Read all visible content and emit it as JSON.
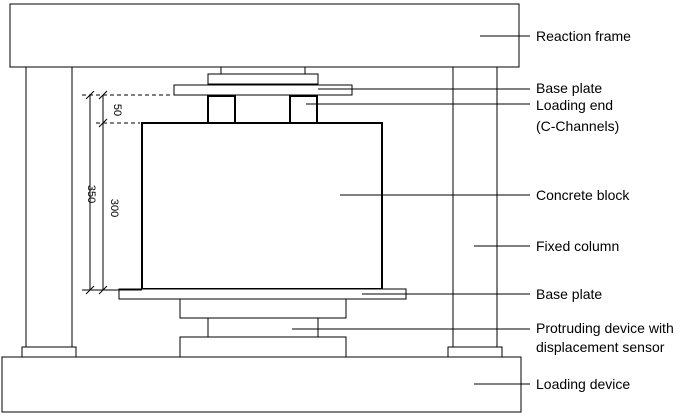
{
  "labels": {
    "reaction_frame": "Reaction frame",
    "base_plate_top": "Base plate",
    "loading_end_line1": "Loading end",
    "loading_end_line2": "(C-Channels)",
    "concrete_block": "Concrete block",
    "fixed_column": "Fixed column",
    "base_plate_bottom": "Base plate",
    "protruding_device_line1": "Protruding device with",
    "protruding_device_line2": "displacement sensor",
    "loading_device": "Loading device"
  },
  "dimensions": {
    "top_gap": "50",
    "block_height": "300",
    "total_height": "350"
  }
}
